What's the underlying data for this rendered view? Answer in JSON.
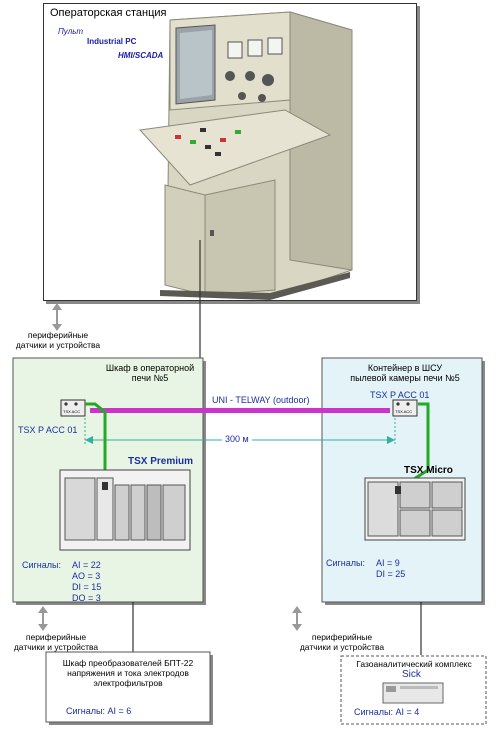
{
  "operator_station": {
    "title": "Операторская станция",
    "label_console": "Пульт",
    "label_pc": "Industrial PC",
    "label_hmi": "HMI/SCADA"
  },
  "peripheral_top": {
    "line1": "периферийные",
    "line2": "датчики и устройства"
  },
  "cabinet_left": {
    "title_line1": "Шкаф  в операторной",
    "title_line2": "печи  №5",
    "module_label": "TSX P ACC 01",
    "plc_label": "TSX Premium",
    "signals_label": "Сигналы:",
    "signals": [
      "AI  = 22",
      "AO  =  3",
      "DI  = 15",
      "DO  =  3"
    ]
  },
  "bus": {
    "label": "UNI - TELWAY (outdoor)",
    "distance": "300 м"
  },
  "container_right": {
    "title_line1": "Контейнер в ШСУ",
    "title_line2": "пылевой камеры печи №5",
    "module_label": "TSX P ACC 01",
    "plc_label": "TSX Micro",
    "signals_label": "Сигналы:",
    "signals": [
      "AI   =  9",
      "DI   = 25"
    ]
  },
  "peripheral_bottom_left": {
    "line1": "периферийные",
    "line2": "датчики и устройства"
  },
  "peripheral_bottom_right": {
    "line1": "периферийные",
    "line2": "датчики и устройства"
  },
  "converter_cabinet": {
    "line1": "Шкаф преобразователей БПТ-22",
    "line2": "напряжения и тока электродов",
    "line3": "электрофильтров",
    "signals": "Сигналы:  AI  = 6"
  },
  "gas_complex": {
    "title": "Газоаналитический комплекс",
    "brand": "Sick",
    "signals": "Сигналы:  AI  = 4"
  },
  "module_chip": "TSX ACC",
  "colors": {
    "bus": "#cc33cc",
    "green": "#22aa22",
    "cabinet": "#e9f5e4",
    "container": "#e4f3f7"
  }
}
